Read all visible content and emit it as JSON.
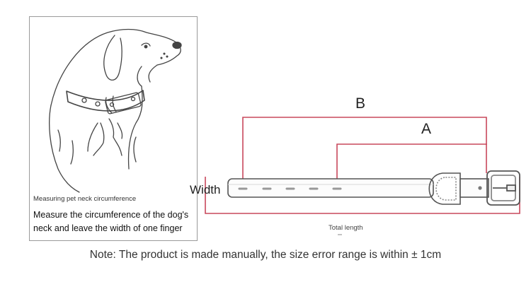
{
  "measuring_panel": {
    "small_caption": "Measuring pet neck circumference",
    "instruction": "Measure the circumference of the dog's neck and leave the width of one finger"
  },
  "collar_diagram": {
    "label_b": "B",
    "label_a": "A",
    "label_width": "Width",
    "label_total": "Total length"
  },
  "note": "Note: The product is made manually, the size error range is within ± 1cm",
  "colors": {
    "dimension_line": "#c8485c",
    "outline": "#555555"
  }
}
